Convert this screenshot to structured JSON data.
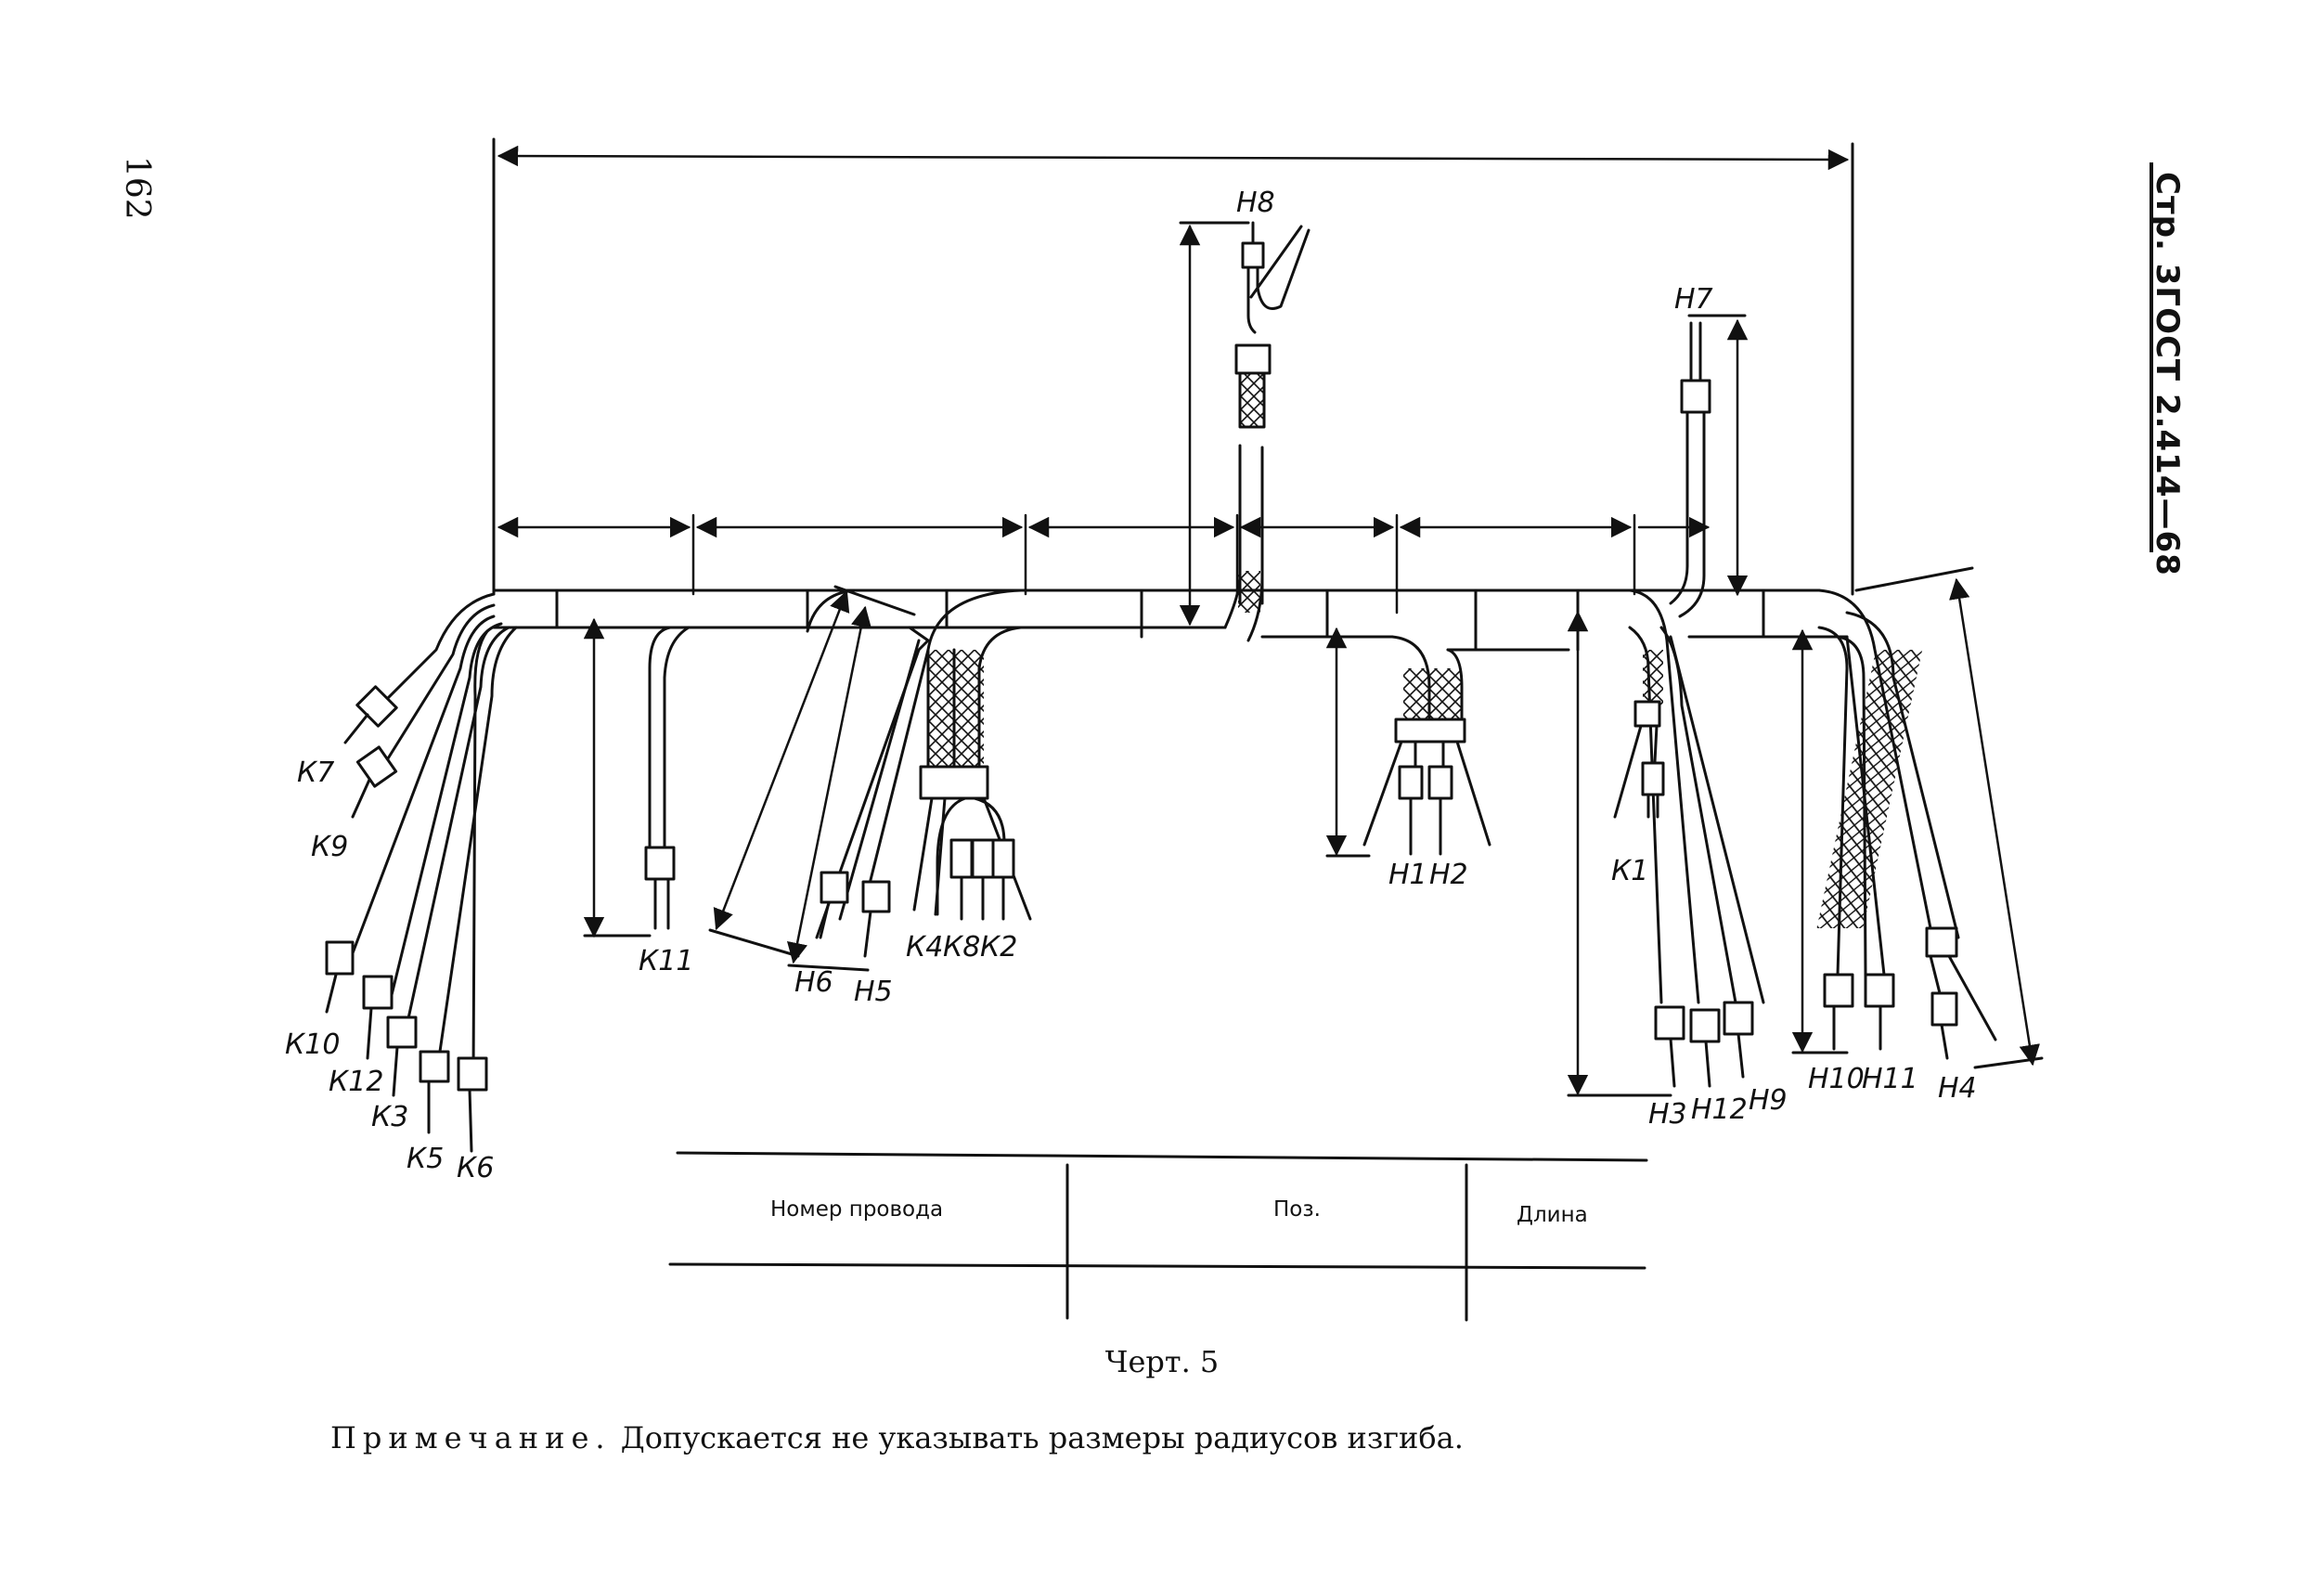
{
  "page": {
    "number": "162",
    "header": "Стр. 3ГОСТ 2.414—68"
  },
  "diagram": {
    "labels": {
      "h8": "Н8",
      "h7": "Н7",
      "k7": "К7",
      "k9": "К9",
      "k10": "К10",
      "k12": "К12",
      "k3": "К3",
      "k5": "К5",
      "k6": "К6",
      "k11": "К11",
      "h6": "Н6",
      "h5": "Н5",
      "k4": "К4",
      "k8": "К8",
      "k2": "К2",
      "h1": "Н1",
      "h2": "Н2",
      "k1": "К1",
      "h3": "Н3",
      "h12": "Н12",
      "h9": "Н9",
      "h10": "Н10",
      "h11": "Н11",
      "h4": "Н4"
    }
  },
  "table": {
    "headers": [
      "Номер провода",
      "Поз.",
      "Длина"
    ]
  },
  "caption": "Черт. 5",
  "note": {
    "prefix": "Примечание.",
    "text": "Допускается не указывать размеры радиусов изгиба."
  },
  "colors": {
    "ink": "#111111",
    "paper": "#ffffff"
  }
}
